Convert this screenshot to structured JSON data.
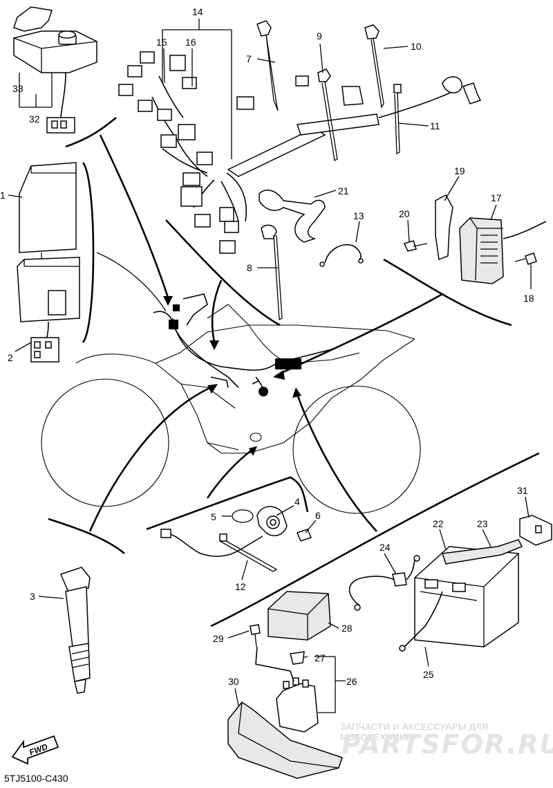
{
  "diagram": {
    "code": "5TJ5100-C430",
    "fwd_label": "FWD",
    "watermark_tagline": "ЗАПЧАСТИ И АКСЕССУАРЫ ДЛЯ МОТОТЕХНИКИ",
    "watermark_logo": "PARTSFOR.RU",
    "callouts": [
      "1",
      "2",
      "3",
      "4",
      "5",
      "6",
      "7",
      "8",
      "9",
      "10",
      "11",
      "12",
      "13",
      "14",
      "15",
      "16",
      "17",
      "18",
      "19",
      "20",
      "21",
      "22",
      "23",
      "24",
      "25",
      "26",
      "27",
      "28",
      "29",
      "30",
      "31",
      "32",
      "33"
    ]
  }
}
